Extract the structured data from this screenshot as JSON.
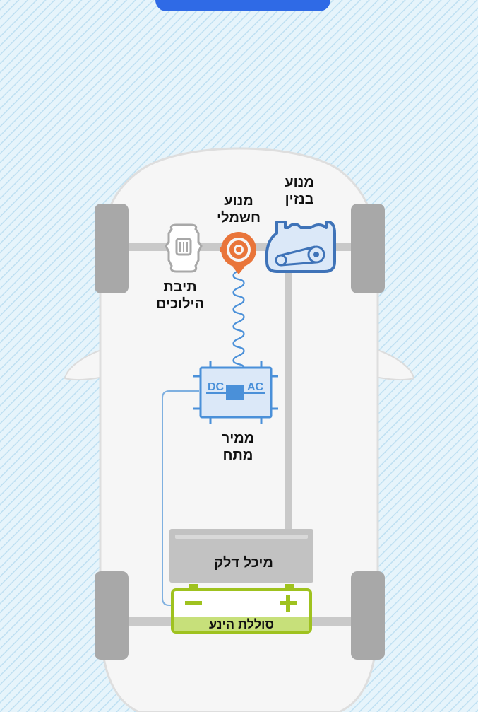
{
  "labels": {
    "petrol_engine": [
      "מנוע",
      "בנזין"
    ],
    "electric_motor": [
      "מנוע",
      "חשמלי"
    ],
    "gearbox": [
      "תיבת",
      "הילוכים"
    ],
    "inverter": [
      "ממיר",
      "מתח"
    ],
    "fuel_tank": "מיכל דלק",
    "battery": "סוללת הינע"
  },
  "inverter_text": {
    "left": "DC",
    "right": "AC"
  },
  "battery_signs": {
    "negative": "−",
    "positive": "+"
  },
  "colors": {
    "background_stripe": "#bfe0f2",
    "car_body": "#f6f6f6",
    "wheel": "#a8a8a8",
    "axle": "#c9c9c9",
    "motor_orange": "#e9753a",
    "engine_blue": "#3f73b8",
    "inverter_blue": "#4a90d9",
    "battery_green": "#9fc21f",
    "fuel_tank_grey": "#c2c2c2",
    "header_tab": "#2f6ae6"
  }
}
